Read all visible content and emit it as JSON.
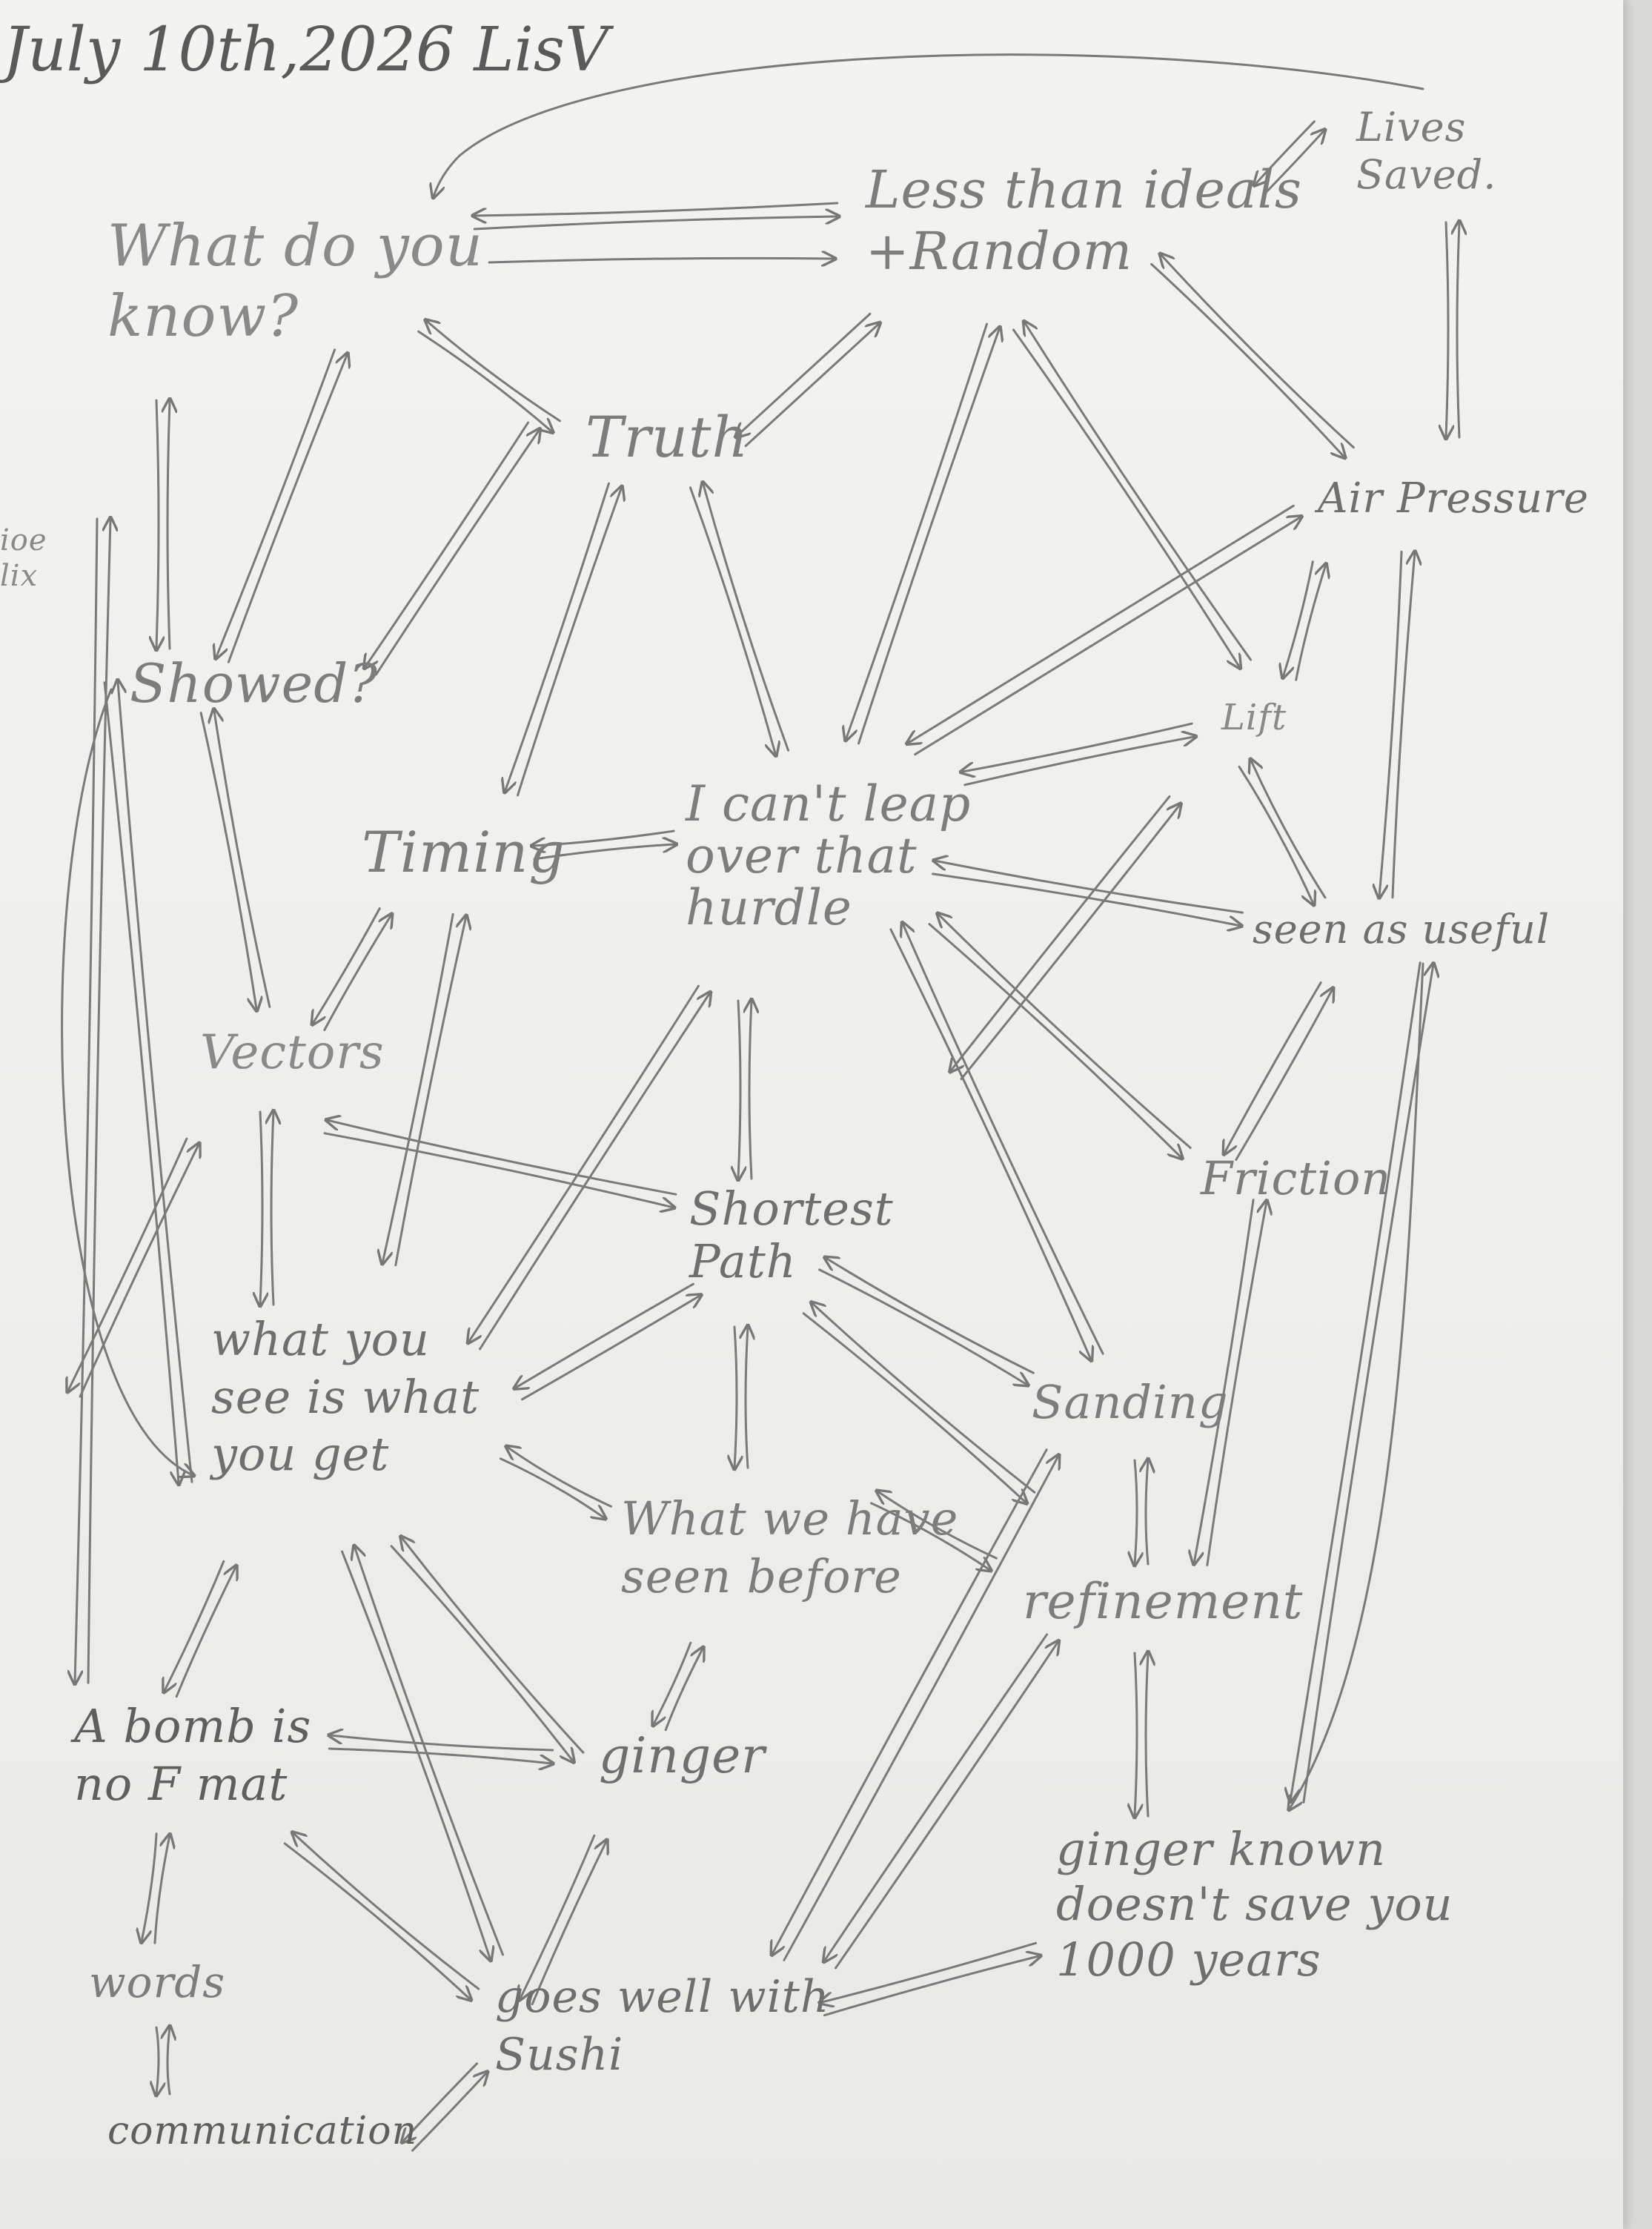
{
  "header": "July 10th,2026 LisV",
  "nodes": {
    "what_do_you_know": "What do you\nknow?",
    "less_than_ideals": "Less than ideals\n+Random",
    "lives_saved": "Lives\nSaved.",
    "truth": "Truth",
    "air_pressure": "Air Pressure",
    "showed": "Showed?",
    "lift": "Lift",
    "timing": "Timing",
    "cant_leap": "I can't leap\nover that\nhurdle",
    "seen_as_useful": "seen as useful",
    "vectors": "Vectors",
    "friction": "Friction",
    "shortest_path": "Shortest\nPath",
    "wysiwyg": "what you\nsee is what\nyou get",
    "sanding": "Sanding",
    "what_we_have_seen": "What we have\nseen before",
    "refinement": "refinement",
    "a_bomb": "A bomb is\nno F mat",
    "ginger": "ginger",
    "ginger_known": "ginger known\ndoesn't save you\n1000 years",
    "words": "words",
    "goes_well": "goes well with\nSushi",
    "communication": "communication",
    "edge_left_fragment": "ioe\nlix"
  }
}
